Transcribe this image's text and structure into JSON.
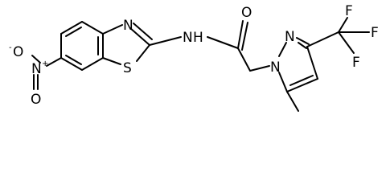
{
  "diagram": {
    "type": "skeletal-structure",
    "colors": {
      "bond": "#000000",
      "label": "#000000",
      "background": "#ffffff"
    },
    "atoms": {
      "nitro_O_top": "O",
      "nitro_O_top_charge": "-",
      "nitro_N": "N",
      "nitro_N_charge": "+",
      "nitro_O_bottom": "O",
      "thiazole_N": "N",
      "thiazole_S": "S",
      "amide_N": "N",
      "amide_H": "H",
      "carbonyl_O": "O",
      "pyrazole_N2": "N",
      "pyrazole_N1": "N",
      "CF3_F_top": "F",
      "CF3_F_right": "F",
      "CF3_F_bottom": "F"
    }
  }
}
